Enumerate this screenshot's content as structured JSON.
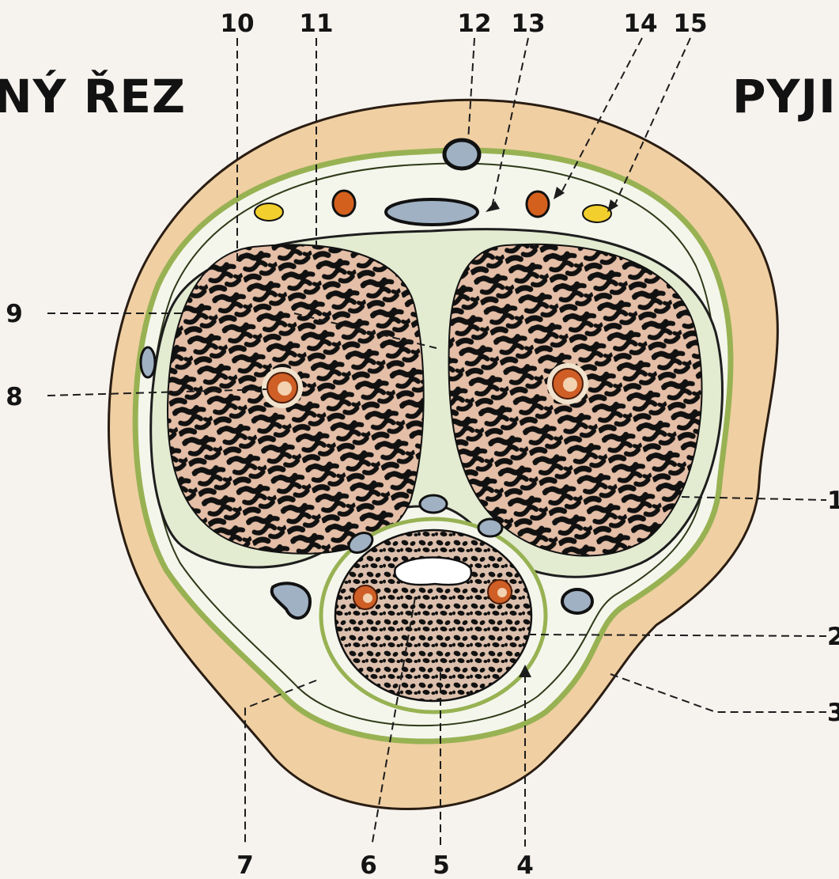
{
  "titles": {
    "left": "NÝ ŘEZ",
    "right": "PYJI"
  },
  "labels": {
    "l1": "1",
    "l2": "2",
    "l3": "3",
    "l4": "4",
    "l5": "5",
    "l6": "6",
    "l7": "7",
    "l8": "8",
    "l9": "9",
    "l10": "10",
    "l11": "11",
    "l12": "12",
    "l13": "13",
    "l14": "14",
    "l15": "15"
  },
  "colors": {
    "background": "#f6f3ef",
    "skin": "#f0cfa2",
    "fascia": "#98b253",
    "tissue": "#f4f6ec",
    "erectile": "#e4bea6",
    "artery": "#d4601e",
    "vein": "#9fb1c2",
    "nerve": "#f2cf2c",
    "ink": "#141414"
  }
}
